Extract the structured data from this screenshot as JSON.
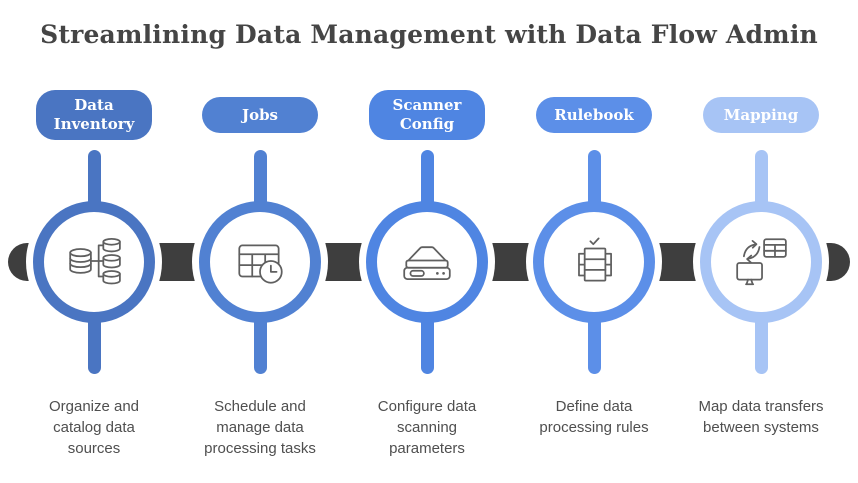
{
  "title": "Streamlining Data Management with Data Flow Admin",
  "colors": {
    "timeline_bar": "#3e3e3e",
    "title_text": "#454545",
    "description_text": "#4f4f4f",
    "icon_stroke": "#5f5f5f"
  },
  "stages": [
    {
      "label": "Data\nInventory",
      "description": "Organize and\ncatalog data\nsources",
      "color": "#4a75c2",
      "icon": "database-catalog-icon"
    },
    {
      "label": "Jobs",
      "description": "Schedule and\nmanage data\nprocessing tasks",
      "color": "#5181d2",
      "icon": "table-clock-icon"
    },
    {
      "label": "Scanner\nConfig",
      "description": "Configure data\nscanning\nparameters",
      "color": "#4f85e2",
      "icon": "scanner-device-icon"
    },
    {
      "label": "Rulebook",
      "description": "Define data\nprocessing rules",
      "color": "#5c8fe8",
      "icon": "rules-checklist-icon"
    },
    {
      "label": "Mapping",
      "description": "Map data transfers\nbetween systems",
      "color": "#a7c4f5",
      "icon": "data-transfer-icon"
    }
  ]
}
